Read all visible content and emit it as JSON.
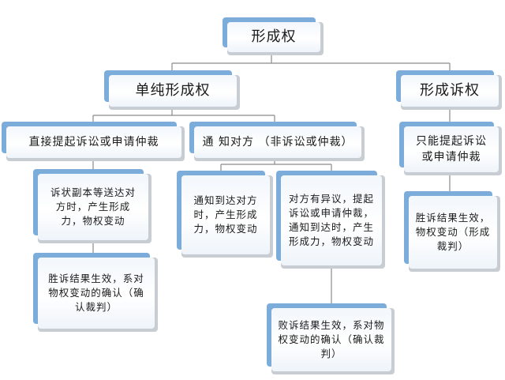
{
  "root": {
    "label": "形成权"
  },
  "level1": [
    {
      "label": "单纯形成权"
    },
    {
      "label": "形成诉权"
    }
  ],
  "level2": [
    {
      "label": "直接提起诉讼或申请仲裁"
    },
    {
      "label": "通 知对方 （非诉讼或仲裁）"
    },
    {
      "label": "只能提起诉讼或申请仲裁"
    }
  ],
  "level3": [
    {
      "label": "诉状副本等送达对方时，产生形成力，物权变动"
    },
    {
      "label": "通知到达对方时，产生形成力，物权变动"
    },
    {
      "label": "对方有异议，提起诉讼或申请仲裁，通知到达时，产生形成力，物权变动"
    },
    {
      "label": "胜诉结果生效，物权变动（形成裁判）"
    }
  ],
  "level4": [
    {
      "label": "胜诉结果生效，系对物权变动的确认（确认裁判）"
    },
    {
      "label": "败诉结果生效，系对物权变动的确认（确认裁判）"
    }
  ],
  "colors": {
    "bevel": "#7cacd9",
    "line": "#8a8a8a"
  }
}
